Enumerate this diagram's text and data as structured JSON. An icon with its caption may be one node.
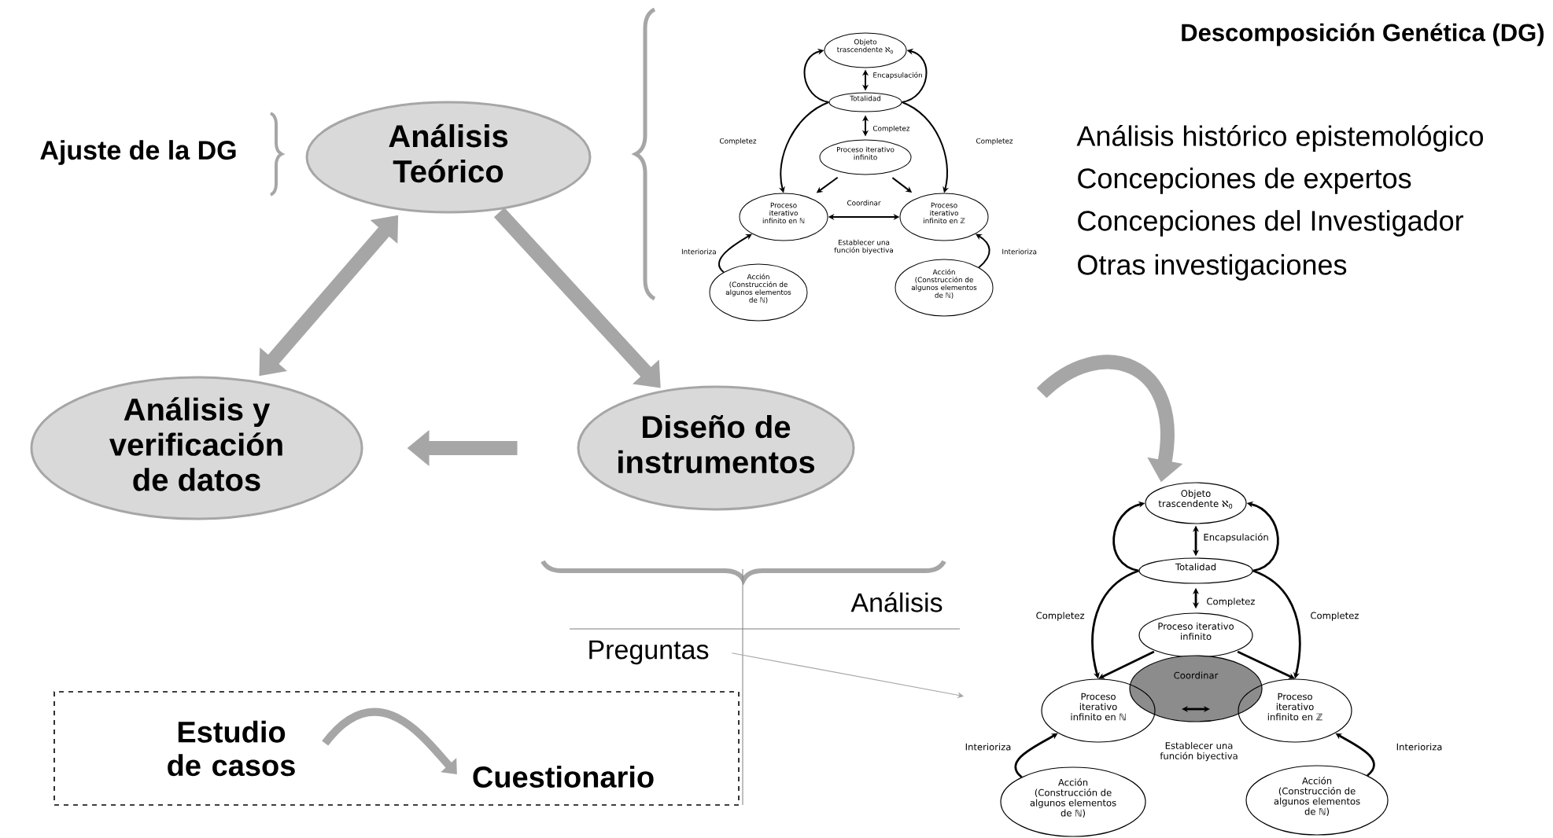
{
  "diagram": {
    "nodes": [
      {
        "text": [
          "Análisis Teórico"
        ]
      },
      {
        "text": [
          "Diseño de instrumentos"
        ]
      },
      {
        "text": [
          "Análisis y verificación de datos"
        ]
      },
      {
        "text": [
          "Preguntas"
        ]
      },
      {
        "text": [],
        "shape": "box"
      },
      {
        "text": [
          "Estudio de casos"
        ],
        "in": 4
      },
      {
        "text": [
          "Cuestionario"
        ],
        "in": 4
      },
      {
        "text": [
          "Objeto trascendente ℵ$_{0}$"
        ]
      },
      {
        "text": [
          "Totalidad"
        ]
      },
      {
        "text": [
          "Proceso iterativo infinito"
        ]
      },
      {
        "text": [
          "Proceso iterativo infinito en ℕ"
        ]
      },
      {
        "text": [
          "Proceso iterativo infinito en ℤ"
        ]
      },
      {
        "text": [
          "Acción (Construcción de algunos elementos de ℕ)"
        ]
      },
      {
        "text": [
          "Acción (Construcción de algunos elementos de ℕ)"
        ]
      },
      {
        "text": [
          "Objeto trascendente ℵ$_{0}$"
        ]
      },
      {
        "text": [
          "Totalidad"
        ]
      },
      {
        "text": [
          "Proceso iterativo infinito"
        ]
      },
      {
        "text": [
          "Coordinar"
        ]
      },
      {
        "text": [
          "Proceso iterativo infinito en ℕ"
        ]
      },
      {
        "text": [
          "Proceso iterativo infinito en ℤ"
        ]
      },
      {
        "text": [
          "Acción (Construcción de algunos elementos de ℕ)"
        ]
      },
      {
        "text": [
          "Acción (Construcción de algunos elementos de ℕ)"
        ]
      }
    ],
    "edges": [
      {
        "from": 0,
        "to": 1,
        "arrow": "to",
        "style": "thick",
        "color": "#a6a6a6"
      },
      {
        "from": 1,
        "to": 2,
        "arrow": "to",
        "style": "thick",
        "color": "#a6a6a6"
      },
      {
        "from": 2,
        "to": 0,
        "arrow": "both",
        "style": "thick",
        "color": "#a6a6a6"
      },
      {
        "from": null,
        "to": 14,
        "arrow": "to",
        "style": "thick",
        "color": "#a6a6a6"
      },
      {
        "from": 3,
        "to": 18,
        "arrow": "to",
        "color": "#a6a6a6"
      },
      {
        "from": 5,
        "to": 6,
        "arrow": "to",
        "style": "thick",
        "color": "#a6a6a6"
      },
      {
        "from": 8,
        "to": 7,
        "arrow": "both",
        "label": "Encapsulación"
      },
      {
        "from": 8,
        "to": 9,
        "arrow": "both",
        "label": "Completez"
      },
      {
        "from": 8,
        "to": 7,
        "arrow": "to"
      },
      {
        "from": 8,
        "to": 7,
        "arrow": "to"
      },
      {
        "from": 8,
        "to": 10,
        "arrow": "to",
        "label": "Completez"
      },
      {
        "from": 8,
        "to": 11,
        "arrow": "to",
        "label": "Completez"
      },
      {
        "from": 9,
        "to": 10,
        "arrow": "to"
      },
      {
        "from": 9,
        "to": 11,
        "arrow": "to"
      },
      {
        "from": 10,
        "to": 11,
        "arrow": "both",
        "label": "Coordinar"
      },
      {
        "from": 12,
        "to": 10,
        "arrow": "to",
        "label": "Interioriza"
      },
      {
        "from": 13,
        "to": 11,
        "arrow": "to",
        "label": "Interioriza"
      },
      {
        "from": 15,
        "to": 14,
        "arrow": "both",
        "label": "Encapsulación"
      },
      {
        "from": 15,
        "to": 16,
        "arrow": "both",
        "label": "Completez"
      },
      {
        "from": 15,
        "to": 14,
        "arrow": "to"
      },
      {
        "from": 15,
        "to": 14,
        "arrow": "to"
      },
      {
        "from": 15,
        "to": 18,
        "arrow": "to",
        "label": "Completez"
      },
      {
        "from": 15,
        "to": 19,
        "arrow": "to",
        "label": "Completez"
      },
      {
        "from": 16,
        "to": 18,
        "arrow": "to"
      },
      {
        "from": 16,
        "to": 19,
        "arrow": "to"
      },
      {
        "from": 20,
        "to": 18,
        "arrow": "to",
        "label": "Interioriza"
      },
      {
        "from": 21,
        "to": 19,
        "arrow": "to",
        "label": "Interioriza"
      }
    ],
    "labels": [
      "Ajuste de la DG",
      "Descomposición Genética (DG)",
      "Análisis histórico epistemológico",
      "Concepciones de expertos",
      "Concepciones del Investigador",
      "Otras investigaciones",
      "Análisis",
      "Establecer una función biyectiva",
      "Establecer una función biyectiva"
    ]
  }
}
